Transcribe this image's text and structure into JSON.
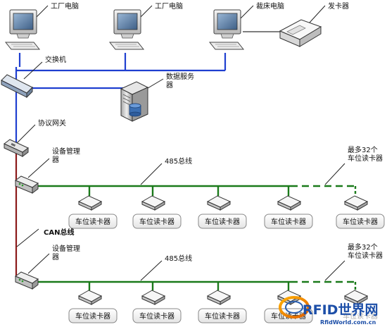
{
  "labels": {
    "pc_factory_1": "工厂电脑",
    "pc_factory_2": "工厂电脑",
    "pc_cutting": "裁床电脑",
    "card_issuer": "发卡器",
    "switch": "交换机",
    "data_server": "数据服务器",
    "protocol_gateway": "协议网关",
    "device_manager_1": "设备管理器",
    "device_manager_2": "设备管理器",
    "bus_485_1": "485总线",
    "bus_485_2": "485总线",
    "can_bus": "CAN总线",
    "max_readers_1": "最多32个车位读卡器",
    "max_readers_2": "最多32个车位读卡器"
  },
  "readers_row1": [
    "车位读卡器",
    "车位读卡器",
    "车位读卡器",
    "车位读卡器",
    "车位读卡器"
  ],
  "readers_row2": [
    "车位读卡器",
    "车位读卡器",
    "车位读卡器",
    "车位读卡器",
    "车位读卡器"
  ],
  "watermark": {
    "brand": "RFID世界网",
    "url": "RfidWorld.com.cn"
  },
  "colors": {
    "ethernet": "#1f3fd0",
    "can_bus": "#8b1a1a",
    "rs485": "#1a7a1a"
  }
}
